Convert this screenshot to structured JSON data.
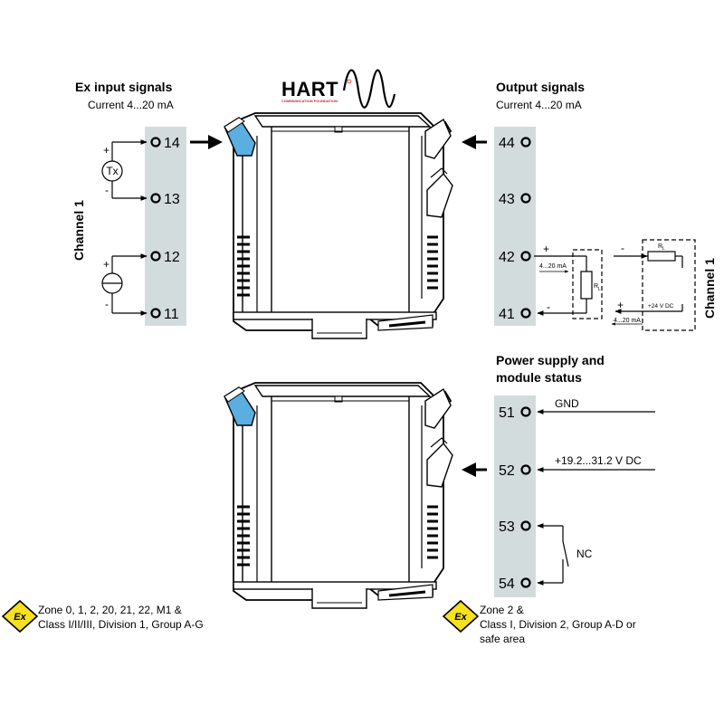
{
  "colors": {
    "terminal_strip": "#d3dcdc",
    "accent_blue": "#5aaee0",
    "ex_yellow": "#f5e11e",
    "line": "#000000"
  },
  "input": {
    "title": "Ex input signals",
    "subtitle": "Current 4...20 mA",
    "channel_label": "Channel 1",
    "terminals": [
      "14",
      "13",
      "12",
      "11"
    ],
    "tx_label": "Tx",
    "plus": "+",
    "minus": "-"
  },
  "hart": {
    "logo_text": "HART",
    "logo_subtext": "COMMUNICATION FOUNDATION"
  },
  "output": {
    "title": "Output signals",
    "subtitle": "Current 4...20 mA",
    "channel_label": "Channel 1",
    "terminals": [
      "44",
      "43",
      "42",
      "41"
    ],
    "current_label_1": "4...20 mA",
    "current_label_2": "4...20 mA",
    "resistor_label_1": "R",
    "resistor_label_2": "R",
    "resistor_sub": "L",
    "supply_label": "+24 V DC",
    "plus": "+",
    "minus": "-"
  },
  "power": {
    "title_line1": "Power supply and",
    "title_line2": "module status",
    "terminals": [
      "51",
      "52",
      "53",
      "54"
    ],
    "gnd_label": "GND",
    "voltage_label": "+19.2...31.2 V DC",
    "contact_label": "NC"
  },
  "ex_left": {
    "symbol": "Ex",
    "line1": "Zone 0, 1, 2, 20, 21, 22, M1 &",
    "line2": "Class I/II/III, Division 1, Group A-G"
  },
  "ex_right": {
    "symbol": "Ex",
    "line1": "Zone 2 &",
    "line2": "Class I, Division 2, Group A-D or",
    "line3": "safe area"
  }
}
